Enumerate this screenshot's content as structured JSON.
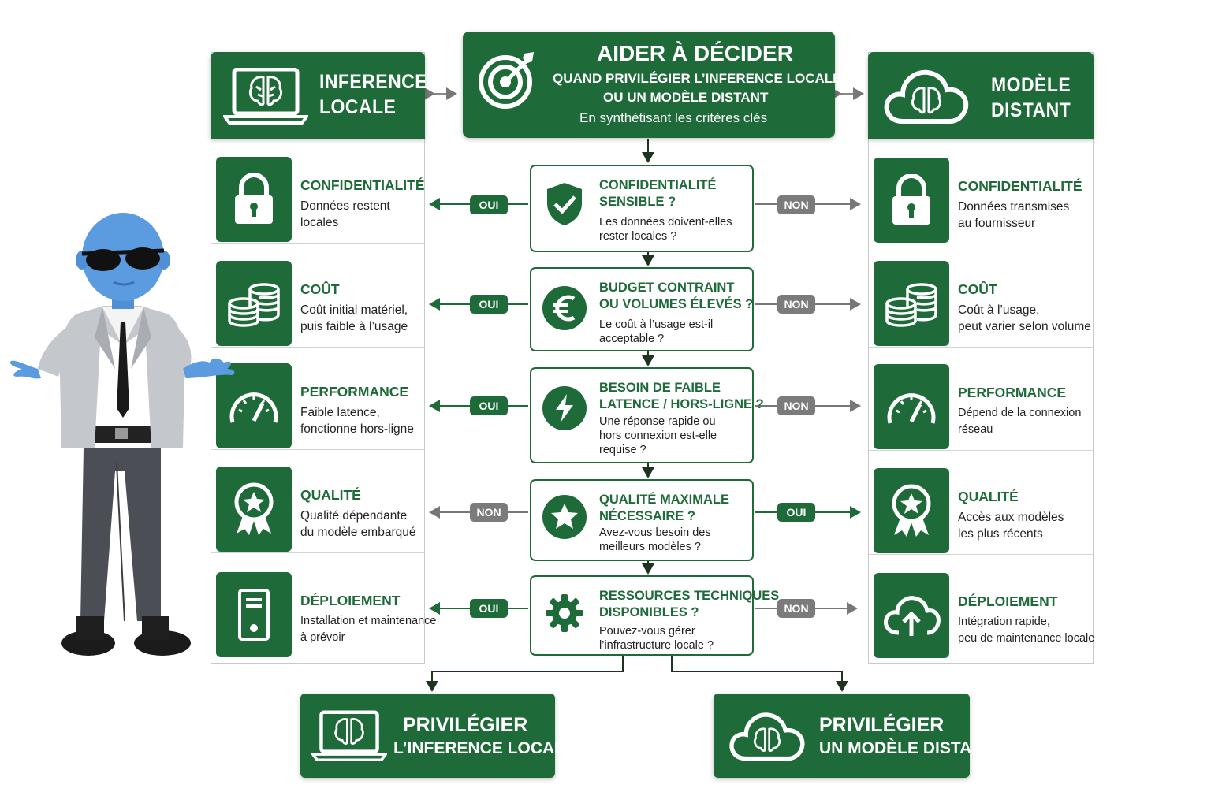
{
  "header": {
    "title": "AIDER À DÉCIDER",
    "subtitle_line1": "QUAND PRIVILÉGIER L’INFERENCE LOCALE",
    "subtitle_line2": "OU UN MODÈLE DISTANT",
    "tagline": "En synthétisant les critères clés",
    "icon": "target-icon"
  },
  "left_panel": {
    "title_line1": "INFERENCE",
    "title_line2": "LOCALE",
    "icon": "laptop-brain-icon",
    "criteria": [
      {
        "icon": "lock-icon",
        "title": "CONFIDENTIALITÉ",
        "line1": "Données restent",
        "line2": "locales"
      },
      {
        "icon": "coins-icon",
        "title": "COÛT",
        "line1": "Coût initial matériel,",
        "line2": "puis faible à l’usage"
      },
      {
        "icon": "gauge-icon",
        "title": "PERFORMANCE",
        "line1": "Faible latence,",
        "line2": "fonctionne hors-ligne"
      },
      {
        "icon": "award-icon",
        "title": "QUALITÉ",
        "line1": "Qualité dépendante",
        "line2": "du modèle embarqué"
      },
      {
        "icon": "server-icon",
        "title": "DÉPLOIEMENT",
        "line1": "Installation et maintenance",
        "line2": "à prévoir"
      }
    ]
  },
  "right_panel": {
    "title_line1": "MODÈLE",
    "title_line2": "DISTANT",
    "icon": "cloud-brain-icon",
    "criteria": [
      {
        "icon": "lock-icon",
        "title": "CONFIDENTIALITÉ",
        "line1": "Données transmises",
        "line2": "au fournisseur"
      },
      {
        "icon": "coins-icon",
        "title": "COÛT",
        "line1": "Coût à l’usage,",
        "line2": "peut varier selon volume"
      },
      {
        "icon": "gauge-icon",
        "title": "PERFORMANCE",
        "line1": "Dépend de la connexion",
        "line2": "réseau"
      },
      {
        "icon": "award-icon",
        "title": "QUALITÉ",
        "line1": "Accès aux modèles",
        "line2": "les plus récents"
      },
      {
        "icon": "cloud-upload-icon",
        "title": "DÉPLOIEMENT",
        "line1": "Intégration rapide,",
        "line2": "peu de maintenance  locale"
      }
    ]
  },
  "questions": [
    {
      "icon": "shield-check-icon",
      "t1": "CONFIDENTIALITÉ",
      "t2": "SENSIBLE ?",
      "d1": "Les données doivent-elles",
      "d2": "rester locales ?",
      "d3": "",
      "left": "OUI",
      "right": "NON"
    },
    {
      "icon": "euro-icon",
      "t1": "BUDGET CONTRAINT",
      "t2": "OU VOLUMES ÉLEVÉS ?",
      "d1": "Le coût à l’usage est-il",
      "d2": "acceptable ?",
      "d3": "",
      "left": "OUI",
      "right": "NON"
    },
    {
      "icon": "lightning-icon",
      "t1": "BESOIN DE FAIBLE",
      "t2": "LATENCE / HORS-LIGNE ?",
      "d1": "Une réponse rapide ou",
      "d2": "hors connexion est-elle",
      "d3": "requise ?",
      "left": "OUI",
      "right": "NON"
    },
    {
      "icon": "star-icon",
      "t1": "QUALITÉ MAXIMALE",
      "t2": "NÉCESSAIRE ?",
      "d1": "Avez-vous besoin des",
      "d2": "meilleurs modèles ?",
      "d3": "",
      "left": "NON",
      "right": "OUI"
    },
    {
      "icon": "gear-icon",
      "t1": "RESSOURCES TECHNIQUES",
      "t2": "DISPONIBLES ?",
      "d1": "Pouvez-vous gérer",
      "d2": "l’infrastructure locale ?",
      "d3": "",
      "left": "OUI",
      "right": "NON"
    }
  ],
  "results": {
    "local_line1": "PRIVILÉGIER",
    "local_line2": "L’INFERENCE LOCALE",
    "remote_line1": "PRIVILÉGIER",
    "remote_line2": "UN MODÈLE DISTANT"
  },
  "colors": {
    "brand_green": "#1e6b39",
    "no_gray": "#7b7b7b",
    "character_blue": "#5b9be0"
  }
}
